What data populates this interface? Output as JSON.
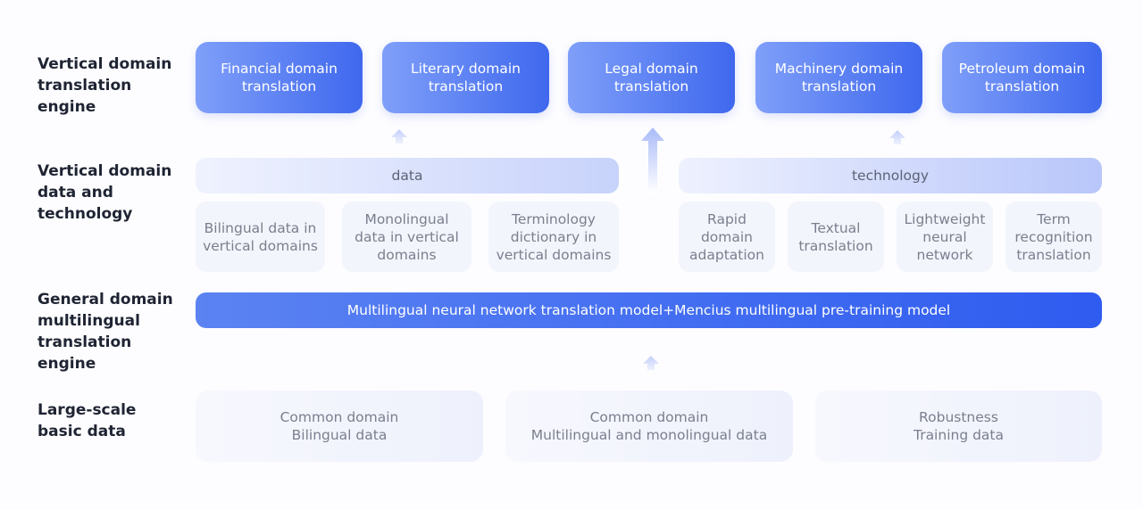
{
  "row_labels": {
    "vertical_engine": "Vertical domain\ntranslation\nengine",
    "vertical_data_tech": "Vertical domain\ndata and\ntechnology",
    "general_engine": "General domain\nmultilingual\ntranslation\nengine",
    "basic_data": "Large-scale\nbasic data"
  },
  "engines": [
    {
      "label": "Financial domain\ntranslation"
    },
    {
      "label": "Literary domain\ntranslation"
    },
    {
      "label": "Legal domain\ntranslation"
    },
    {
      "label": "Machinery domain\ntranslation"
    },
    {
      "label": "Petroleum domain\ntranslation"
    }
  ],
  "data_group": {
    "title": "data",
    "items": [
      {
        "label": "Bilingual data in\nvertical domains"
      },
      {
        "label": "Monolingual\ndata in vertical\ndomains"
      },
      {
        "label": "Terminology\ndictionary in\nvertical domains"
      }
    ]
  },
  "tech_group": {
    "title": "technology",
    "items": [
      {
        "label": "Rapid\ndomain\nadaptation"
      },
      {
        "label": "Textual\ntranslation"
      },
      {
        "label": "Lightweight\nneural\nnetwork"
      },
      {
        "label": "Term\nrecognition\ntranslation"
      }
    ]
  },
  "general_model": "Multilingual neural network translation model+Mencius multilingual pre-training model",
  "basic_items": [
    {
      "label": "Common domain\nBilingual data"
    },
    {
      "label": "Common domain\nMultilingual and monolingual data"
    },
    {
      "label": "Robustness\nTraining data"
    }
  ],
  "colors": {
    "engine_start": "#7f9ff9",
    "engine_end": "#3f68ee",
    "general_bar": "#2f5cf0",
    "label_text": "#1f2433",
    "card_text": "#7a7f8e"
  }
}
